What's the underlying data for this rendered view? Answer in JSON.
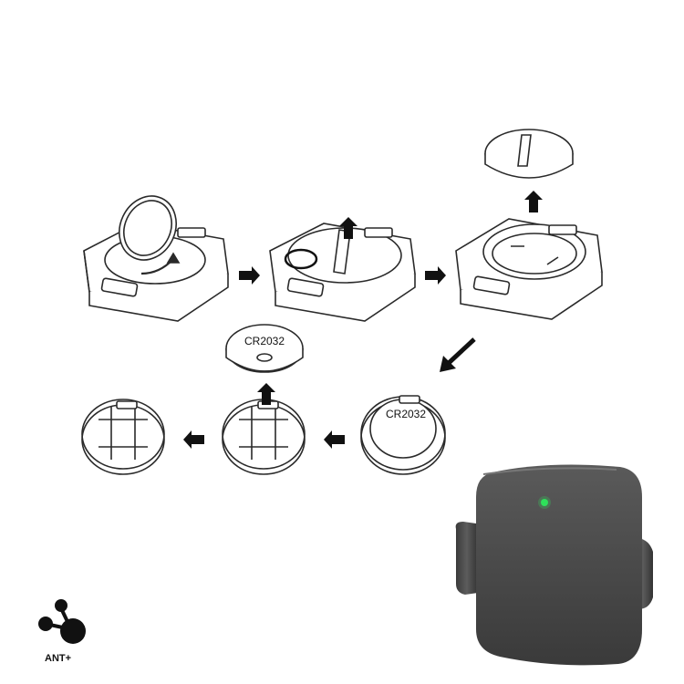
{
  "diagram": {
    "battery_label_1": "CR2032",
    "battery_label_2": "CR2032"
  },
  "logo": {
    "text": "ANT+"
  },
  "colors": {
    "line": "#2a2a2a",
    "device_body": "#4a4a4a",
    "led": "#2ee05a"
  }
}
